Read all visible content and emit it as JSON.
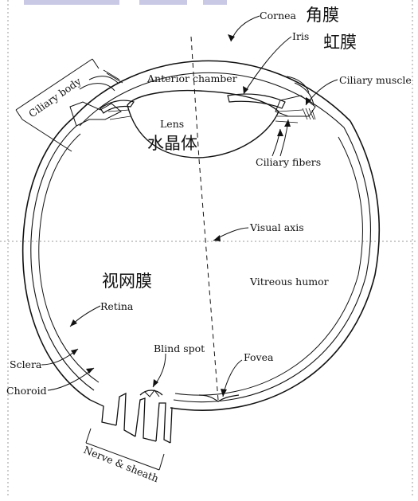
{
  "labels": {
    "cornea": "Cornea",
    "cornea_cn": "角膜",
    "iris": "Iris",
    "iris_cn": "虹膜",
    "anterior_chamber": "Anterior chamber",
    "ciliary_muscle": "Ciliary muscle",
    "ciliary_body": "Ciliary body",
    "lens": "Lens",
    "lens_cn": "水晶体",
    "ciliary_fibers": "Ciliary fibers",
    "visual_axis": "Visual axis",
    "retina_cn": "视网膜",
    "vitreous_humor": "Vitreous humor",
    "retina": "Retina",
    "blind_spot": "Blind spot",
    "fovea": "Fovea",
    "sclera": "Sclera",
    "choroid": "Choroid",
    "nerve_sheath": "Nerve & sheath"
  },
  "colors": {
    "line": "#111111",
    "guide": "#9a9a9a",
    "banner": "#c9c9e6"
  }
}
